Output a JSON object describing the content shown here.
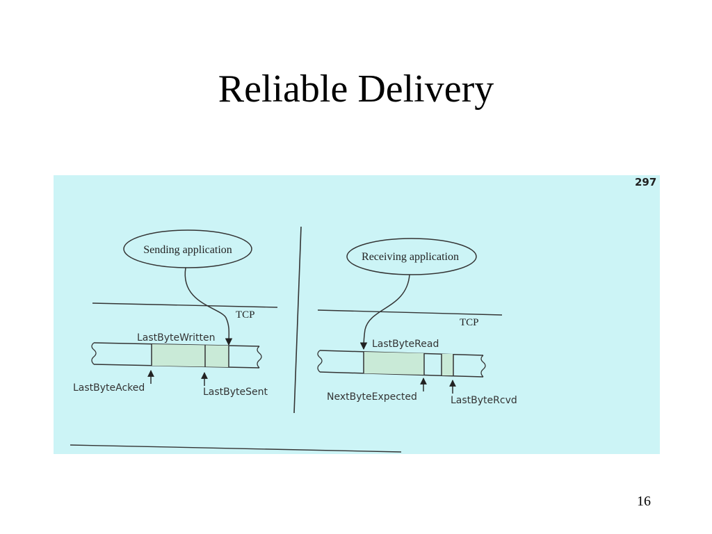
{
  "slide": {
    "title": "Reliable Delivery",
    "number": "16"
  },
  "scan": {
    "page_number": "297",
    "background_color": "#ccf4f6",
    "buffer_fill_color": "#c9ead7",
    "sender": {
      "app_label": "Sending application",
      "layer_label": "TCP",
      "pointers": {
        "last_byte_written": "LastByteWritten",
        "last_byte_acked": "LastByteAcked",
        "last_byte_sent": "LastByteSent"
      }
    },
    "receiver": {
      "app_label": "Receiving application",
      "layer_label": "TCP",
      "pointers": {
        "last_byte_read": "LastByteRead",
        "next_byte_expected": "NextByteExpected",
        "last_byte_rcvd": "LastByteRcvd"
      }
    }
  }
}
